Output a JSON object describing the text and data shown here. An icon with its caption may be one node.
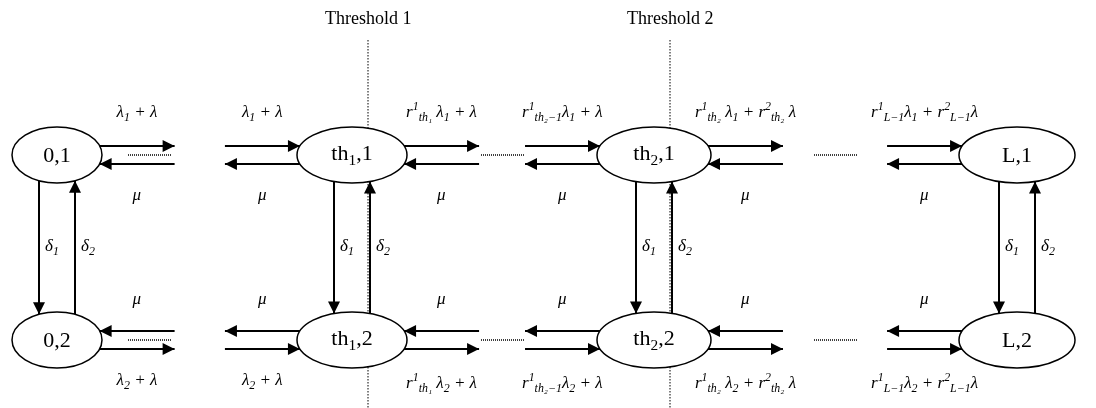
{
  "diagram": {
    "nodes": [
      {
        "text": [
          "0,1"
        ]
      },
      {
        "text": [
          "th$_{1}$,1"
        ]
      },
      {
        "text": [
          "th$_{2}$,1"
        ]
      },
      {
        "text": [
          "L,1"
        ]
      },
      {
        "text": [
          "0,2"
        ]
      },
      {
        "text": [
          "th$_{1}$,2"
        ]
      },
      {
        "text": [
          "th$_{2}$,2"
        ]
      },
      {
        "text": [
          "L,2"
        ]
      }
    ],
    "edges": [
      {
        "from": 0,
        "to": null,
        "arrow": "to",
        "label": "λ$_{1}$ + λ"
      },
      {
        "from": null,
        "to": 0,
        "arrow": "to",
        "label": "μ"
      },
      {
        "from": null,
        "to": 1,
        "arrow": "to",
        "label": "λ$_{1}$ + λ"
      },
      {
        "from": 1,
        "to": null,
        "arrow": "to",
        "label": "μ"
      },
      {
        "from": 1,
        "to": null,
        "arrow": "to",
        "label": "r$^{1}$$_{th₁}$ λ$_{1}$ + λ"
      },
      {
        "from": null,
        "to": 1,
        "arrow": "to",
        "label": "μ"
      },
      {
        "from": null,
        "to": 2,
        "arrow": "to",
        "label": "r$^{1}$$_{th₂−1}$λ$_{1}$ + λ"
      },
      {
        "from": 2,
        "to": null,
        "arrow": "to",
        "label": "μ"
      },
      {
        "from": 2,
        "to": null,
        "arrow": "to",
        "label": "r$^{1}$$_{th₂}$ λ$_{1}$ + r$^{2}$$_{th₂}$ λ"
      },
      {
        "from": null,
        "to": 2,
        "arrow": "to",
        "label": "μ"
      },
      {
        "from": null,
        "to": 3,
        "arrow": "to",
        "label": "r$^{1}$$_{L−1}$λ$_{1}$ + r$^{2}$$_{L−1}$λ"
      },
      {
        "from": 3,
        "to": null,
        "arrow": "to",
        "label": "μ"
      },
      {
        "from": null,
        "to": 4,
        "arrow": "to",
        "label": "μ"
      },
      {
        "from": 4,
        "to": null,
        "arrow": "to",
        "label": "λ$_{2}$ + λ"
      },
      {
        "from": 5,
        "to": null,
        "arrow": "to",
        "label": "μ"
      },
      {
        "from": null,
        "to": 5,
        "arrow": "to",
        "label": "λ$_{2}$ + λ"
      },
      {
        "from": null,
        "to": 5,
        "arrow": "to",
        "label": "μ"
      },
      {
        "from": 5,
        "to": null,
        "arrow": "to",
        "label": "r$^{1}$$_{th₁}$ λ$_{2}$ + λ"
      },
      {
        "from": 6,
        "to": null,
        "arrow": "to",
        "label": "μ"
      },
      {
        "from": null,
        "to": 6,
        "arrow": "to",
        "label": "r$^{1}$$_{th₂−1}$λ$_{2}$ + λ"
      },
      {
        "from": null,
        "to": 6,
        "arrow": "to",
        "label": "μ"
      },
      {
        "from": 6,
        "to": null,
        "arrow": "to",
        "label": "r$^{1}$$_{th₂}$ λ$_{2}$ + r$^{2}$$_{th₂}$ λ"
      },
      {
        "from": 7,
        "to": null,
        "arrow": "to",
        "label": "μ"
      },
      {
        "from": null,
        "to": 7,
        "arrow": "to",
        "label": "r$^{1}$$_{L−1}$λ$_{2}$ + r$^{2}$$_{L−1}$λ"
      },
      {
        "from": 0,
        "to": 4,
        "arrow": "to",
        "label": "δ$_{1}$"
      },
      {
        "from": 4,
        "to": 0,
        "arrow": "to",
        "label": "δ$_{2}$"
      },
      {
        "from": 1,
        "to": 5,
        "arrow": "to",
        "label": "δ$_{1}$"
      },
      {
        "from": 5,
        "to": 1,
        "arrow": "to",
        "label": "δ$_{2}$"
      },
      {
        "from": 2,
        "to": 6,
        "arrow": "to",
        "label": "δ$_{1}$"
      },
      {
        "from": 6,
        "to": 2,
        "arrow": "to",
        "label": "δ$_{2}$"
      },
      {
        "from": 3,
        "to": 7,
        "arrow": "to",
        "label": "δ$_{1}$"
      },
      {
        "from": 7,
        "to": 3,
        "arrow": "to",
        "label": "δ$_{2}$"
      }
    ],
    "labels": [
      "Threshold 1",
      "Threshold 2"
    ]
  }
}
